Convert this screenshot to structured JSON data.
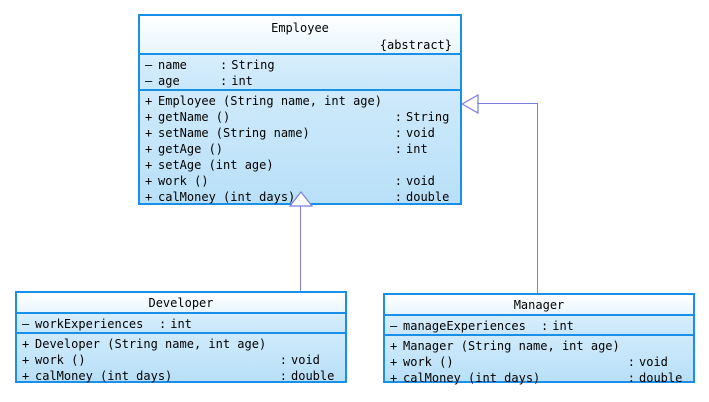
{
  "diagram": {
    "type": "uml-class-diagram",
    "accent_border": "#1a8fe8",
    "connector_color": "#7b7fe0",
    "fill_attrs": "#cde9fb",
    "fill_methods": "#bfe3f9"
  },
  "classes": [
    {
      "id": "employee",
      "name": "Employee",
      "stereotype": "{abstract}",
      "attributes": [
        {
          "visibility": "–",
          "name": "name",
          "colon": ":",
          "type": "String"
        },
        {
          "visibility": "–",
          "name": "age ",
          "colon": ":",
          "type": "int"
        }
      ],
      "methods": [
        {
          "visibility": "+",
          "signature": "Employee (String name, int age)",
          "colon": "",
          "type": ""
        },
        {
          "visibility": "+",
          "signature": "getName ()",
          "colon": ":",
          "type": "String"
        },
        {
          "visibility": "+",
          "signature": "setName (String name)",
          "colon": ":",
          "type": "void"
        },
        {
          "visibility": "+",
          "signature": "getAge ()",
          "colon": ":",
          "type": "int"
        },
        {
          "visibility": "+",
          "signature": "setAge (int age)",
          "colon": "",
          "type": ""
        },
        {
          "visibility": "+",
          "signature": "work ()",
          "colon": ":",
          "type": "void"
        },
        {
          "visibility": "+",
          "signature": "calMoney (int days)",
          "colon": ":",
          "type": "double"
        }
      ]
    },
    {
      "id": "developer",
      "name": "Developer",
      "stereotype": "",
      "attributes": [
        {
          "visibility": "–",
          "name": "workExperiences",
          "colon": ":",
          "type": "int"
        }
      ],
      "methods": [
        {
          "visibility": "+",
          "signature": "Developer (String name, int age)",
          "colon": "",
          "type": ""
        },
        {
          "visibility": "+",
          "signature": "work ()",
          "colon": ":",
          "type": "void"
        },
        {
          "visibility": "+",
          "signature": "calMoney (int days)",
          "colon": ":",
          "type": "double"
        }
      ]
    },
    {
      "id": "manager",
      "name": "Manager",
      "stereotype": "",
      "attributes": [
        {
          "visibility": "–",
          "name": "manageExperiences",
          "colon": ":",
          "type": "int"
        }
      ],
      "methods": [
        {
          "visibility": "+",
          "signature": "Manager (String name, int age)",
          "colon": "",
          "type": ""
        },
        {
          "visibility": "+",
          "signature": "work ()",
          "colon": ":",
          "type": "void"
        },
        {
          "visibility": "+",
          "signature": "calMoney (int days)",
          "colon": ":",
          "type": "double"
        }
      ]
    }
  ],
  "relationships": [
    {
      "id": "developer-extends-employee",
      "kind": "generalization",
      "from": "Developer",
      "to": "Employee"
    },
    {
      "id": "manager-extends-employee",
      "kind": "generalization",
      "from": "Manager",
      "to": "Employee"
    }
  ]
}
